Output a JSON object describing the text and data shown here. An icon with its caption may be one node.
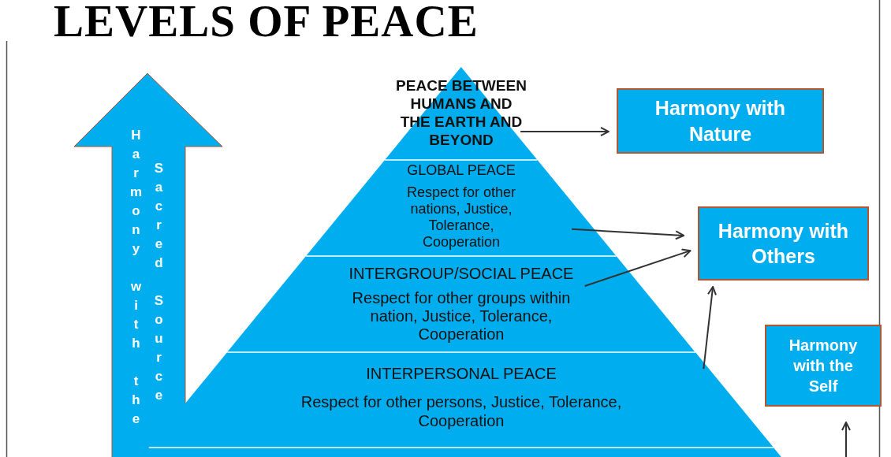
{
  "diagram": {
    "title": "LEVELS OF PEACE",
    "nodes": [
      {
        "text": [
          "Harmony with the",
          "Sacred Source"
        ]
      },
      {
        "text": [
          "PEACE BETWEEN HUMANS AND THE EARTH AND BEYOND"
        ]
      },
      {
        "text": [
          "GLOBAL PEACE",
          "Respect for other nations, Justice, Tolerance, Cooperation"
        ]
      },
      {
        "text": [
          "INTERGROUP/SOCIAL PEACE",
          "Respect for other groups within nation, Justice, Tolerance, Cooperation"
        ]
      },
      {
        "text": [
          "INTERPERSONAL PEACE",
          "Respect for other persons, Justice, Tolerance, Cooperation"
        ]
      },
      {
        "text": [],
        "shape": "band"
      },
      {
        "text": [
          "Harmony with Nature"
        ]
      },
      {
        "text": [
          "Harmony with Others"
        ]
      },
      {
        "text": [
          "Harmony with the Self"
        ]
      }
    ],
    "edges": [
      {
        "from": 1,
        "to": 6,
        "arrow": "to"
      },
      {
        "from": 2,
        "to": 7,
        "arrow": "to"
      },
      {
        "from": 3,
        "to": 7,
        "arrow": "to"
      },
      {
        "from": 4,
        "to": 7,
        "arrow": "to"
      },
      {
        "from": null,
        "to": 8,
        "arrow": "to"
      }
    ]
  }
}
